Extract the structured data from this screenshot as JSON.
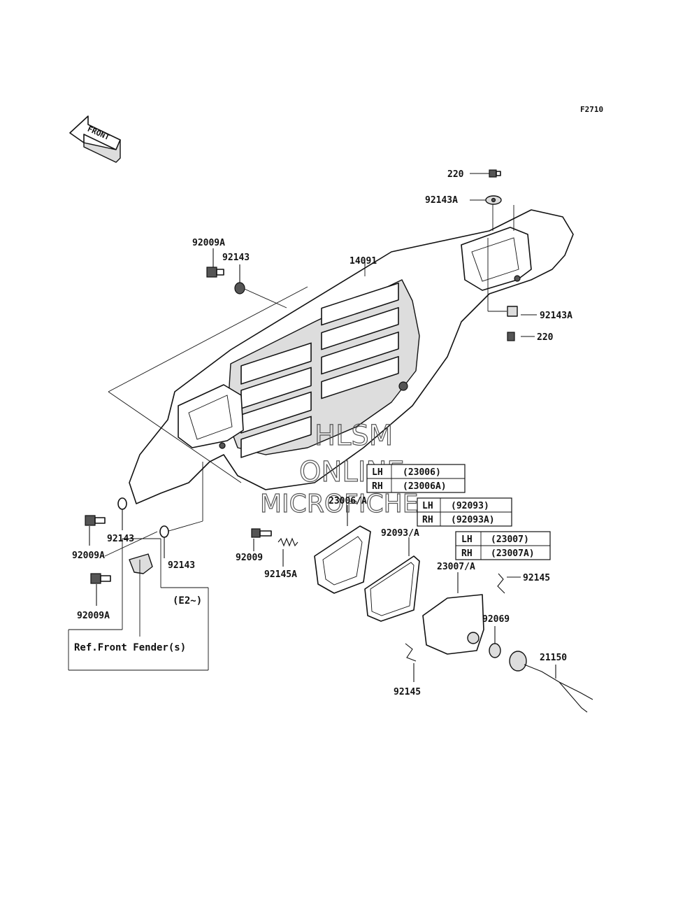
{
  "figure_code": "F2710",
  "front_arrow_label": "FRONT",
  "watermark": [
    "HLSM",
    "ONLINE",
    "MICROFICHE"
  ],
  "part_labels": {
    "p220_top": "220",
    "p92143A_top": "92143A",
    "p92009A_top": "92009A",
    "p92143_top": "92143",
    "p14091": "14091",
    "p92143A_right": "92143A",
    "p220_right": "220",
    "p92143_left": "92143",
    "p92009A_left": "92009A",
    "p92143_mid": "92143",
    "p92009A_bottom": "92009A",
    "p92009": "92009",
    "p92145A": "92145A",
    "p23006A": "23006/A",
    "p92093A": "92093/A",
    "p23007A": "23007/A",
    "p92145_right": "92145",
    "p92069": "92069",
    "p21150": "21150",
    "p92145_bottom": "92145"
  },
  "tables": [
    {
      "rows": [
        {
          "side": "LH",
          "part": "(23006)"
        },
        {
          "side": "RH",
          "part": "(23006A)"
        }
      ]
    },
    {
      "rows": [
        {
          "side": "LH",
          "part": "(92093)"
        },
        {
          "side": "RH",
          "part": "(92093A)"
        }
      ]
    },
    {
      "rows": [
        {
          "side": "LH",
          "part": "(23007)"
        },
        {
          "side": "RH",
          "part": "(23007A)"
        }
      ]
    }
  ],
  "ref_box": {
    "model_note": "(E2~)",
    "ref_text": "Ref.Front Fender(s)"
  }
}
